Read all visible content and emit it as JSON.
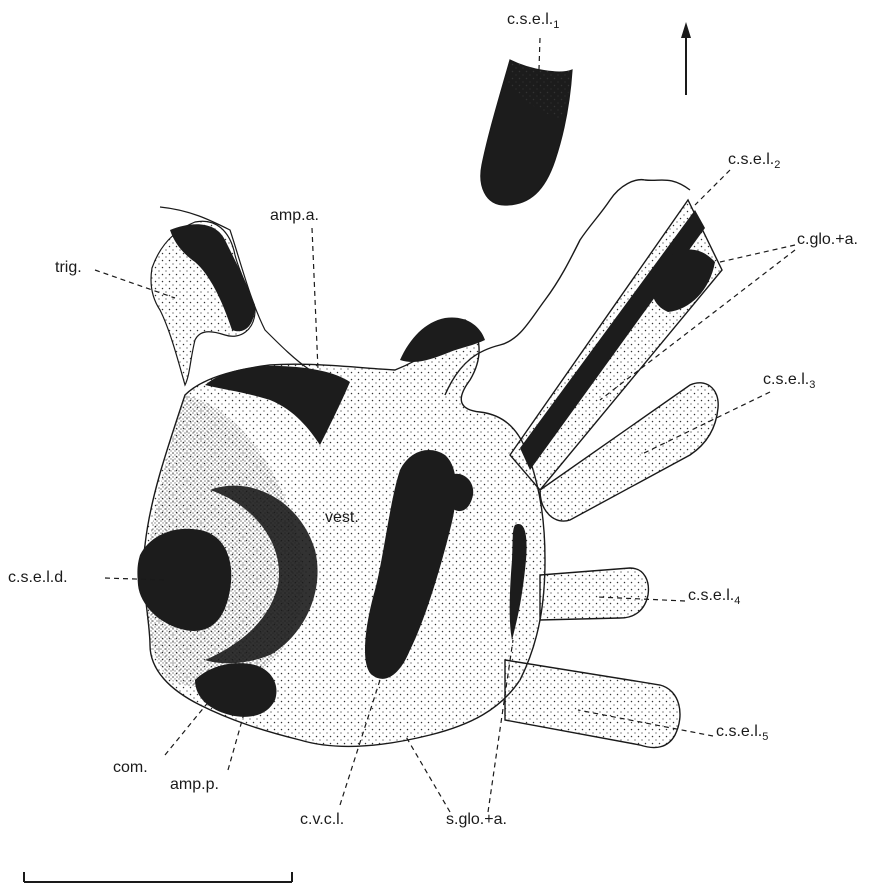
{
  "labels": {
    "csel1": {
      "base": "c.s.e.l.",
      "sub": "1"
    },
    "csel2": {
      "base": "c.s.e.l.",
      "sub": "2"
    },
    "csel3": {
      "base": "c.s.e.l.",
      "sub": "3"
    },
    "csel4": {
      "base": "c.s.e.l.",
      "sub": "4"
    },
    "csel5": {
      "base": "c.s.e.l.",
      "sub": "5"
    },
    "cglo": "c.glo.+a.",
    "ampa": "amp.a.",
    "trig": "trig.",
    "vest": "vest.",
    "cseld": "c.s.e.l.d.",
    "com": "com.",
    "ampp": "amp.p.",
    "cvcl": "c.v.c.l.",
    "sglo": "s.glo.+a."
  },
  "colors": {
    "ink": "#1a1a1a",
    "stipple": "#2a2a2a",
    "paper": "#ffffff"
  },
  "icons": {
    "orientation": "up-arrow-icon",
    "scale": "scale-bar"
  }
}
